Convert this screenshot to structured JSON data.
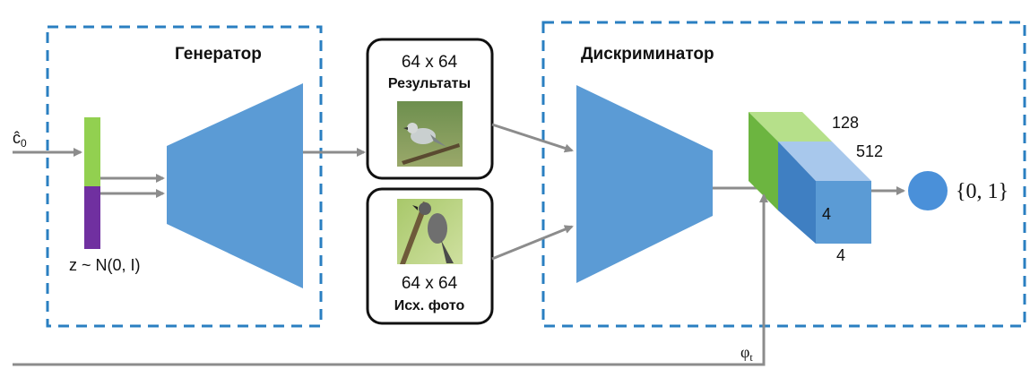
{
  "generator": {
    "title": "Генератор"
  },
  "discriminator": {
    "title": "Дискриминатор"
  },
  "inputs": {
    "condition": "ĉ",
    "condition_sub": "0",
    "noise": "z ~ N(0, I)",
    "phi": "φ",
    "phi_sub": "t"
  },
  "results_box": {
    "size": "64 x 64",
    "caption": "Результаты"
  },
  "real_box": {
    "size": "64 x 64",
    "caption": "Исх. фото"
  },
  "cube": {
    "depth": "128",
    "channels": "512",
    "height": "4",
    "width": "4"
  },
  "output": {
    "label": "{0, 1}"
  },
  "colors": {
    "dash_border": "#2a7fc1",
    "trapezoid": "#5b9bd5",
    "arrow": "#8c8c8c",
    "vec_green": "#92d050",
    "vec_purple": "#7030a0",
    "cube_green": "#8ed453",
    "cube_blue": "#5b9bd5"
  }
}
